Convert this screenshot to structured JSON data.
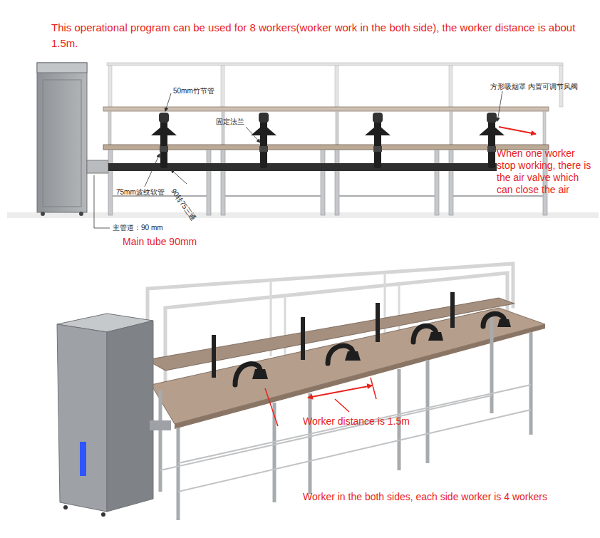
{
  "diagram": {
    "title": "This operational program can be used for 8 workers(worker work in the both side), the worker distance is about 1.5m.",
    "labels": [
      "50mm竹节管",
      "固定法兰",
      "方形吸烟罩 内置可调节风阀",
      "When one worker stop working, there is the air valve which can close the air",
      "75mm波纹软管",
      "90转75三通",
      "主管道：90 mm",
      "Main tube 90mm",
      "Worker distance is 1.5m",
      "Worker in the both sides, each side worker is 4 workers"
    ]
  }
}
